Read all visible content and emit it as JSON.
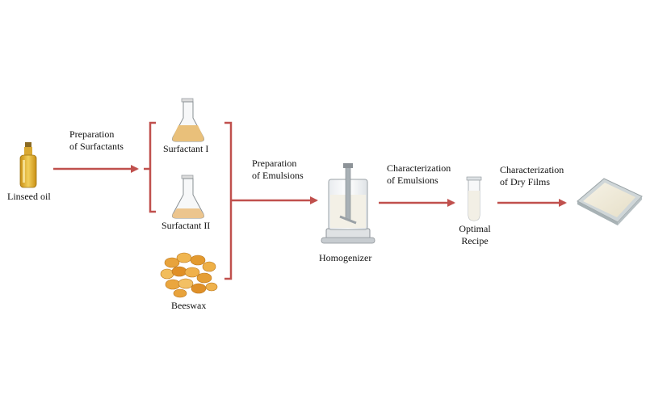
{
  "labels": {
    "linseed_oil": "Linseed oil",
    "prep_surfactants_1": "Preparation",
    "prep_surfactants_2": "of Surfactants",
    "surfactant_1": "Surfactant I",
    "surfactant_2": "Surfactant II",
    "beeswax": "Beeswax",
    "prep_emulsions_1": "Preparation",
    "prep_emulsions_2": "of Emulsions",
    "homogenizer": "Homogenizer",
    "char_emulsions_1": "Characterization",
    "char_emulsions_2": "of Emulsions",
    "optimal_1": "Optimal",
    "optimal_2": "Recipe",
    "char_films_1": "Characterization",
    "char_films_2": "of Dry Films"
  },
  "colors": {
    "arrow": "#c0504d",
    "oil": "#e2b33a",
    "surfactant_liquid": "#e9c07a",
    "beeswax": "#e8a33c",
    "emulsion": "#f3f0e6",
    "film": "#efeadb",
    "glass": "#bcc3c6"
  },
  "icons": {
    "linseed_oil": "oil-bottle-icon",
    "surfactant_1": "flask-icon",
    "surfactant_2": "flask-icon",
    "beeswax": "beeswax-pellets-icon",
    "homogenizer": "homogenizer-icon",
    "optimal": "test-tube-icon",
    "dry_film": "dry-film-plate-icon"
  }
}
